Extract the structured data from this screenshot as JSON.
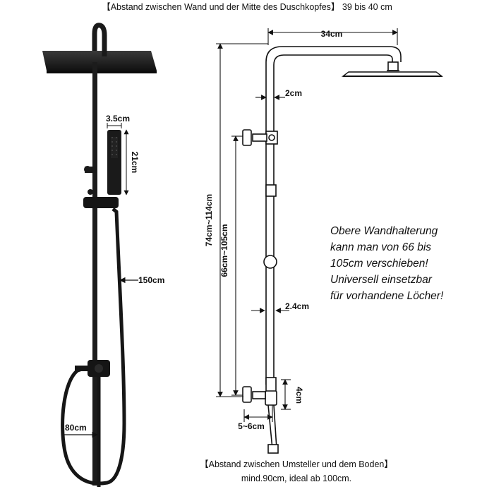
{
  "header": {
    "top_text": "【Abstand zwischen Wand und der Mitte des Duschkopfes】 39 bis 40 cm"
  },
  "dimensions": {
    "hand_width": "3.5cm",
    "hand_length": "21cm",
    "hose_length": "150cm",
    "hose_loop": "80cm",
    "arm_reach": "34cm",
    "pipe_top": "2cm",
    "total_height": "74cm~114cm",
    "bracket_range": "66cm~105cm",
    "pipe_lower": "2.4cm",
    "valve_height": "4cm",
    "wall_offset": "5~6cm"
  },
  "note": {
    "lines": [
      "Obere Wandhalterung",
      "kann man von 66 bis",
      "105cm verschieben!",
      "Universell einsetzbar",
      "für vorhandene Löcher!"
    ]
  },
  "footer": {
    "line1": "【Abstand zwischen Umsteller und dem Boden】",
    "line2": "mind.90cm, ideal ab 100cm."
  },
  "colors": {
    "product": "#1a1a1a",
    "line": "#111111",
    "background": "#ffffff"
  }
}
